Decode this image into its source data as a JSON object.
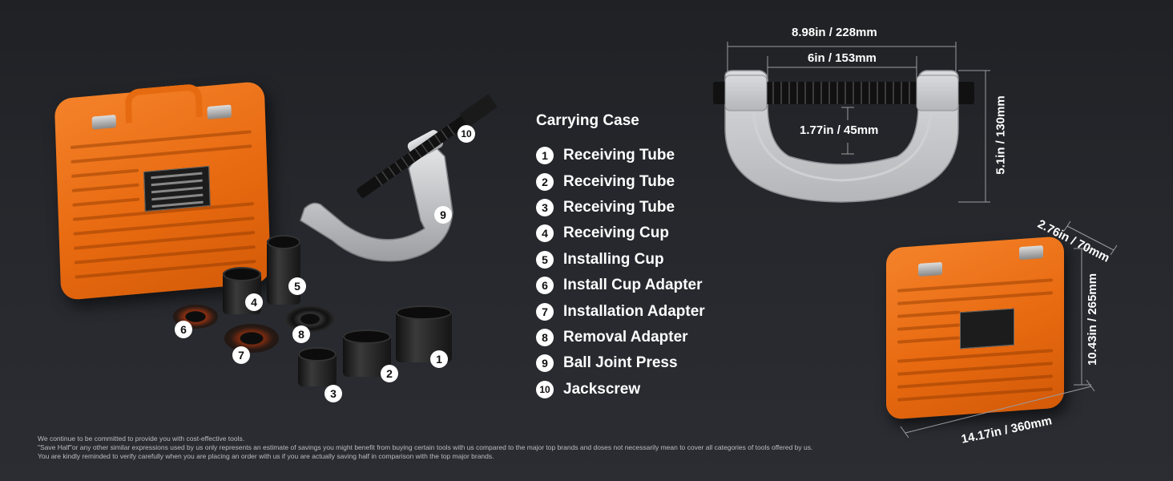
{
  "kit_callouts": [
    "1",
    "2",
    "3",
    "4",
    "5",
    "6",
    "7",
    "8",
    "9",
    "10"
  ],
  "list": {
    "title": "Carrying Case",
    "items": [
      {
        "num": "1",
        "label": "Receiving Tube"
      },
      {
        "num": "2",
        "label": "Receiving Tube"
      },
      {
        "num": "3",
        "label": "Receiving Tube"
      },
      {
        "num": "4",
        "label": "Receiving Cup"
      },
      {
        "num": "5",
        "label": "Installing Cup"
      },
      {
        "num": "6",
        "label": "Install Cup Adapter"
      },
      {
        "num": "7",
        "label": "Installation Adapter"
      },
      {
        "num": "8",
        "label": "Removal Adapter"
      },
      {
        "num": "9",
        "label": "Ball Joint Press"
      },
      {
        "num": "10",
        "label": "Jackscrew"
      }
    ]
  },
  "dimensions": {
    "press_width": "8.98in / 228mm",
    "screw_span": "6in / 153mm",
    "throat_depth": "1.77in / 45mm",
    "press_height": "5.1in / 130mm",
    "case_depth": "2.76in / 70mm",
    "case_height": "10.43in / 265mm",
    "case_width": "14.17in / 360mm"
  },
  "disclaimer": [
    "We continue to be committed to provide you with cost-effective tools.",
    "\"Save Half\"or any other similar expressions used by us only represents an estimate of savings you might benefit from buying certain tools with us compared to the major top brands and doses not necessarily mean to cover all categories of tools offered by us.",
    "You are kindly reminded to verify carefully when you are placing an order with us if you are actually saving half in comparison with the top major brands."
  ],
  "colors": {
    "background": "#25272c",
    "case_orange": "#e86a10",
    "press_silver": "#c8c9cb"
  }
}
